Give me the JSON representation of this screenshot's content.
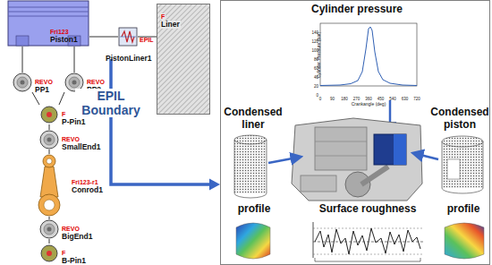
{
  "diagram": {
    "nodes": [
      {
        "text": [
          "Fri123",
          "Piston1"
        ]
      },
      {
        "text": [
          "REVO",
          "PP1"
        ]
      },
      {
        "text": [
          "REVO",
          "PP2"
        ]
      },
      {
        "text": [
          "F",
          "P-Pin1"
        ]
      },
      {
        "text": [
          "REVO",
          "SmallEnd1"
        ]
      },
      {
        "text": [
          "Fri123-r1",
          "Conrod1"
        ]
      },
      {
        "text": [
          "REVO",
          "BigEnd1"
        ]
      },
      {
        "text": [
          "F",
          "B-Pin1"
        ]
      },
      {
        "text": [
          "EPIL",
          "PistonLiner1"
        ]
      },
      {
        "text": [
          "F",
          "Liner"
        ]
      },
      {
        "text": [
          "Cylinder pressure",
          "Condensed liner",
          "Condensed piston",
          "profile",
          "Surface roughness",
          "profile"
        ]
      }
    ],
    "edges": [
      {
        "from": 0,
        "to": 1,
        "arrow": "none"
      },
      {
        "from": 0,
        "to": 2,
        "arrow": "none"
      },
      {
        "from": 1,
        "to": 3,
        "arrow": "none"
      },
      {
        "from": 2,
        "to": 3,
        "arrow": "none"
      },
      {
        "from": 3,
        "to": 4,
        "arrow": "none"
      },
      {
        "from": 4,
        "to": 5,
        "arrow": "none"
      },
      {
        "from": 5,
        "to": 6,
        "arrow": "none"
      },
      {
        "from": 6,
        "to": 7,
        "arrow": "none"
      },
      {
        "from": 0,
        "to": 8,
        "arrow": "none"
      },
      {
        "from": 8,
        "to": 9,
        "arrow": "none"
      },
      {
        "from": 8,
        "to": 10,
        "label": "EPIL Boundary",
        "arrow": "to"
      }
    ],
    "labels": [
      "Cylinder Pressure (bar)",
      "Crankangle (deg)",
      "0",
      "20",
      "40",
      "60",
      "80",
      "100",
      "120",
      "140",
      "0",
      "90",
      "180",
      "270",
      "360",
      "450",
      "540",
      "630",
      "720"
    ]
  }
}
